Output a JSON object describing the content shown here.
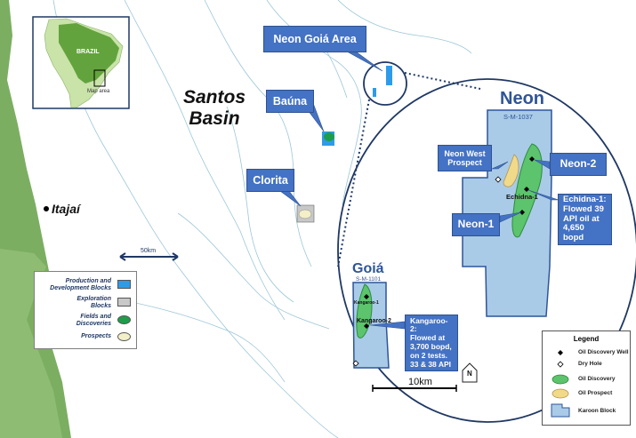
{
  "inset": {
    "country_label": "BRAZIL",
    "map_area_label": "Map area"
  },
  "basin": {
    "line1": "Santos",
    "line2": "Basin"
  },
  "city": {
    "name": "Itajaí"
  },
  "scale_bars": {
    "regional": "50km",
    "detail": "10km"
  },
  "callouts": {
    "neon_goia_area": "Neon Goiá Area",
    "bauna": "Baúna",
    "clorita": "Clorita",
    "neon_west": [
      "Neon West",
      "Prospect"
    ],
    "neon_2": "Neon-2",
    "neon_1": "Neon-1",
    "echidna_result": [
      "Echidna-1:",
      "Flowed 39",
      "API oil at",
      "4,650 bopd"
    ],
    "kangaroo_result": [
      "Kangaroo-2:",
      "Flowed at",
      "3,700 bopd,",
      "on 2 tests.",
      "33 & 38 API"
    ]
  },
  "detail": {
    "neon_title": "Neon",
    "neon_block": "S-M-1037",
    "echidna_label": "Echidna-1",
    "goia_title": "Goiá",
    "goia_block": "S-M-1101",
    "kangaroo1_label": "Kangaroo-1",
    "kangaroo2_label": "Kangaroo-2",
    "north_label": "N"
  },
  "left_legend": {
    "items": [
      {
        "label": [
          "Production and",
          "Development Blocks"
        ],
        "swatch": "#2e9be8",
        "shape": "rect"
      },
      {
        "label": [
          "Exploration",
          "Blocks"
        ],
        "swatch": "#c8c8c8",
        "shape": "rect"
      },
      {
        "label": [
          "Fields and",
          "Discoveries"
        ],
        "swatch": "#1e9e4a",
        "shape": "ellipse"
      },
      {
        "label": [
          "Prospects"
        ],
        "swatch": "#f3efc8",
        "shape": "ellipse"
      }
    ]
  },
  "right_legend": {
    "title": "Legend",
    "items": [
      "Oil Discovery Well",
      "Dry Hole",
      "Oil Discovery",
      "Oil Prospect",
      "Karoon Block"
    ]
  },
  "colors": {
    "callout_fill": "#4472c4",
    "ocean_lines": "#9cc7d8",
    "land": "#7cae62",
    "karoon_block": "#a9cbe8",
    "oil_discovery": "#5cc46c",
    "oil_prospect": "#f1d98a",
    "circle_outline": "#1f3864",
    "block_title": "#2f5597"
  }
}
